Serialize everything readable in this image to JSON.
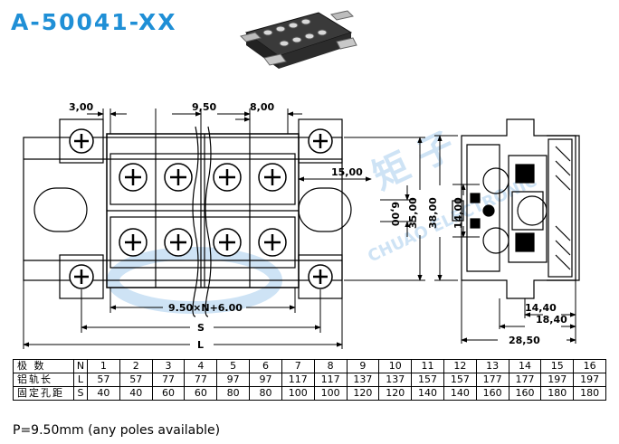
{
  "title": "A-50041-XX",
  "dimensions": {
    "d_3_00": "3,00",
    "d_9_50": "9,50",
    "d_8_00": "8,00",
    "d_15_00": "15,00",
    "d_6_00": "6,00",
    "d_35_00": "35,00",
    "d_38_00": "38,00",
    "d_14_00": "14,00",
    "d_formula": "9.50×N+6.00",
    "d_S": "S",
    "d_L": "L",
    "d_14_40": "14,40",
    "d_18_40": "18,40",
    "d_28_50": "28,50"
  },
  "watermark": {
    "company": "CHUAO ELECTRONIC"
  },
  "table": {
    "rows": [
      {
        "label": "极  数",
        "symbol": "N",
        "values": [
          "1",
          "2",
          "3",
          "4",
          "5",
          "6",
          "7",
          "8",
          "9",
          "10",
          "11",
          "12",
          "13",
          "14",
          "15",
          "16"
        ]
      },
      {
        "label": "铝轨长",
        "symbol": "L",
        "values": [
          "57",
          "57",
          "77",
          "77",
          "97",
          "97",
          "117",
          "117",
          "137",
          "137",
          "157",
          "157",
          "177",
          "177",
          "197",
          "197"
        ]
      },
      {
        "label": "固定孔距",
        "symbol": "S",
        "values": [
          "40",
          "40",
          "60",
          "60",
          "80",
          "80",
          "100",
          "100",
          "120",
          "120",
          "140",
          "140",
          "160",
          "160",
          "180",
          "180"
        ]
      }
    ]
  },
  "note": "P=9.50mm (any poles available)"
}
